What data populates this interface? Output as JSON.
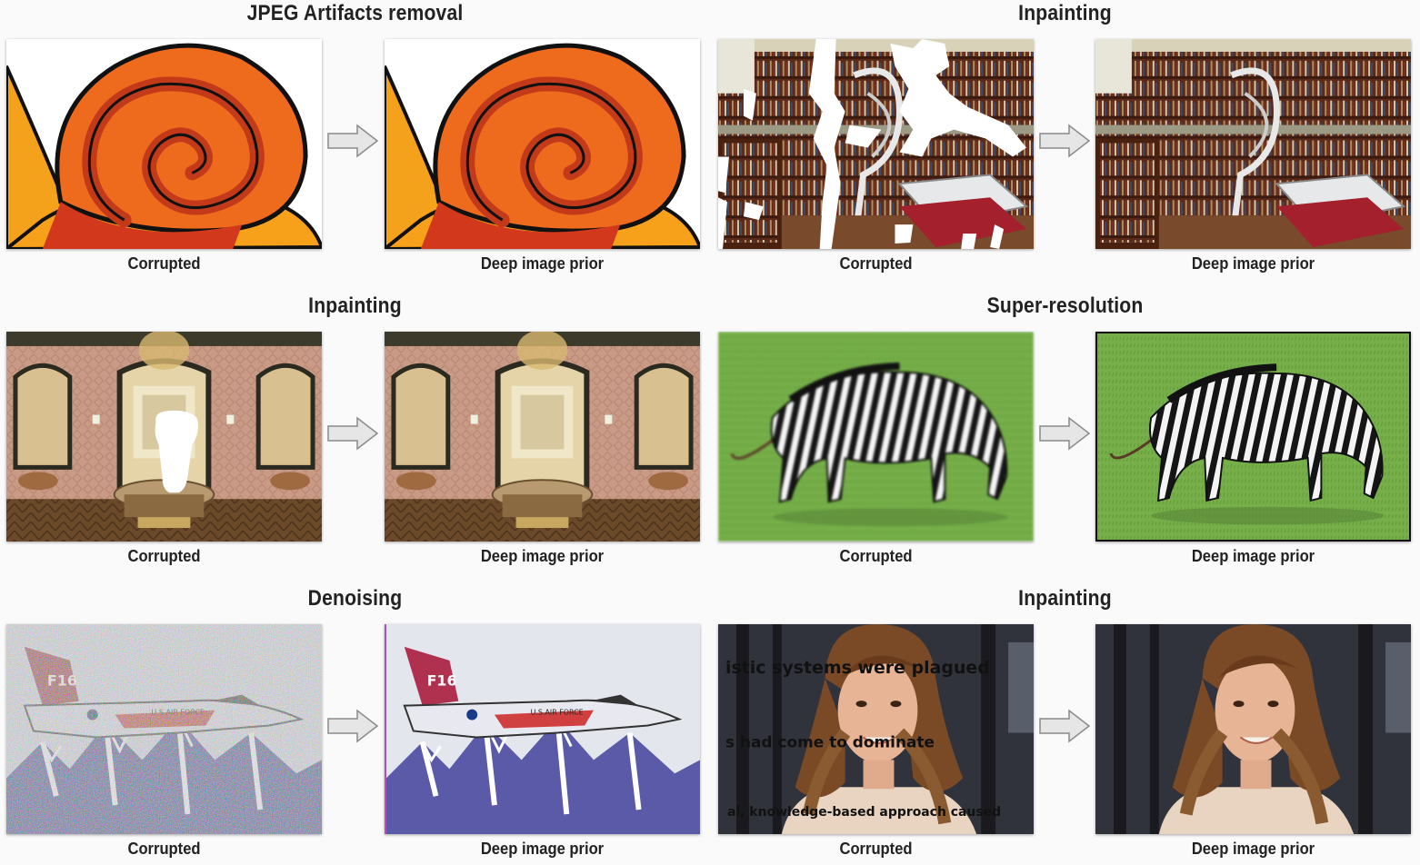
{
  "panels": [
    {
      "title": "JPEG Artifacts removal",
      "left_caption": "Corrupted",
      "right_caption": "Deep image prior"
    },
    {
      "title": "Inpainting",
      "left_caption": "Corrupted",
      "right_caption": "Deep image prior"
    },
    {
      "title": "Inpainting",
      "left_caption": "Corrupted",
      "right_caption": "Deep image prior"
    },
    {
      "title": "Super-resolution",
      "left_caption": "Corrupted",
      "right_caption": "Deep image prior"
    },
    {
      "title": "Denoising",
      "left_caption": "Corrupted",
      "right_caption": "Deep image prior"
    },
    {
      "title": "Inpainting",
      "left_caption": "Corrupted",
      "right_caption": "Deep image prior"
    }
  ],
  "overlay_text": [
    "istic systems were plagued",
    "s had come to dominate",
    "al, knowledge-based approach caused"
  ],
  "colors": {
    "background": "#fafafa",
    "arrow_fill": "#e6e6e6",
    "arrow_stroke": "#8a8a8a"
  },
  "icons": {
    "arrow": "right-arrow-icon"
  }
}
